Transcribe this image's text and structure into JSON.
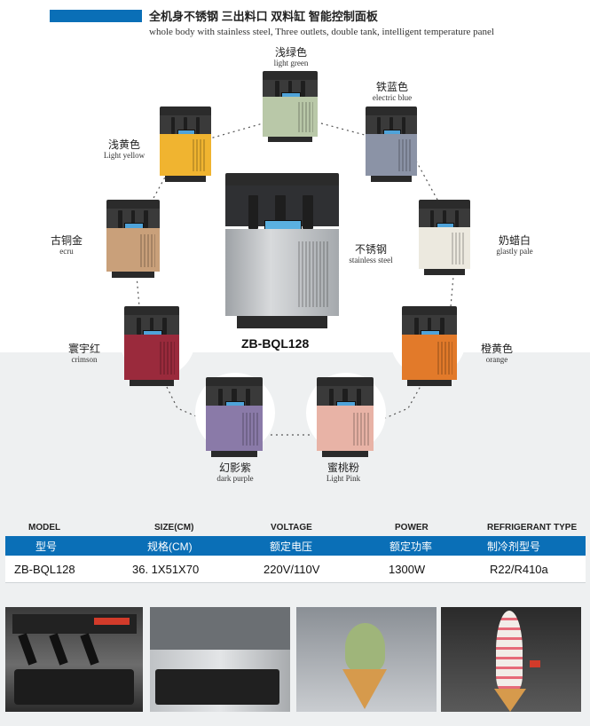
{
  "header": {
    "title": "全机身不锈钢 三出料口 双料缸 智能控制面板",
    "subtitle": "whole body with stainless steel, Three outlets, double tank, intelligent temperature panel"
  },
  "center": {
    "cn": "不锈钢",
    "en": "stainless steel",
    "model": "ZB-BQL128"
  },
  "colors": [
    {
      "cn": "浅绿色",
      "en": "light green",
      "hex": "#b9c8a8"
    },
    {
      "cn": "铁蓝色",
      "en": "electric blue",
      "hex": "#8b93a6"
    },
    {
      "cn": "浅黄色",
      "en": "Light yellow",
      "hex": "#f0b430"
    },
    {
      "cn": "奶蜡白",
      "en": "glastly pale",
      "hex": "#ece9df"
    },
    {
      "cn": "古铜金",
      "en": "ecru",
      "hex": "#c9a07a"
    },
    {
      "cn": "橙黄色",
      "en": "orange",
      "hex": "#e27a2a"
    },
    {
      "cn": "寰宇红",
      "en": "crimson",
      "hex": "#9a2a3c"
    },
    {
      "cn": "幻影紫",
      "en": "dark purple",
      "hex": "#8a7aa8"
    },
    {
      "cn": "蜜桃粉",
      "en": "Light Pink",
      "hex": "#e8b3a6"
    }
  ],
  "table": {
    "headers_en": [
      "MODEL",
      "SIZE(CM)",
      "VOLTAGE",
      "POWER",
      "REFRIGERANT TYPE"
    ],
    "headers_cn": [
      "型号",
      "规格(CM)",
      "额定电压",
      "额定功率",
      "制冷剂型号"
    ],
    "row": [
      "ZB-BQL128",
      "36. 1X51X70",
      "220V/110V",
      "1300W",
      "R22/R410a"
    ]
  },
  "photos": [
    "machine-closeup-photo",
    "drip-tray-photo",
    "green-cone-photo",
    "pink-cone-photo"
  ],
  "accent": "#0a6fb7"
}
